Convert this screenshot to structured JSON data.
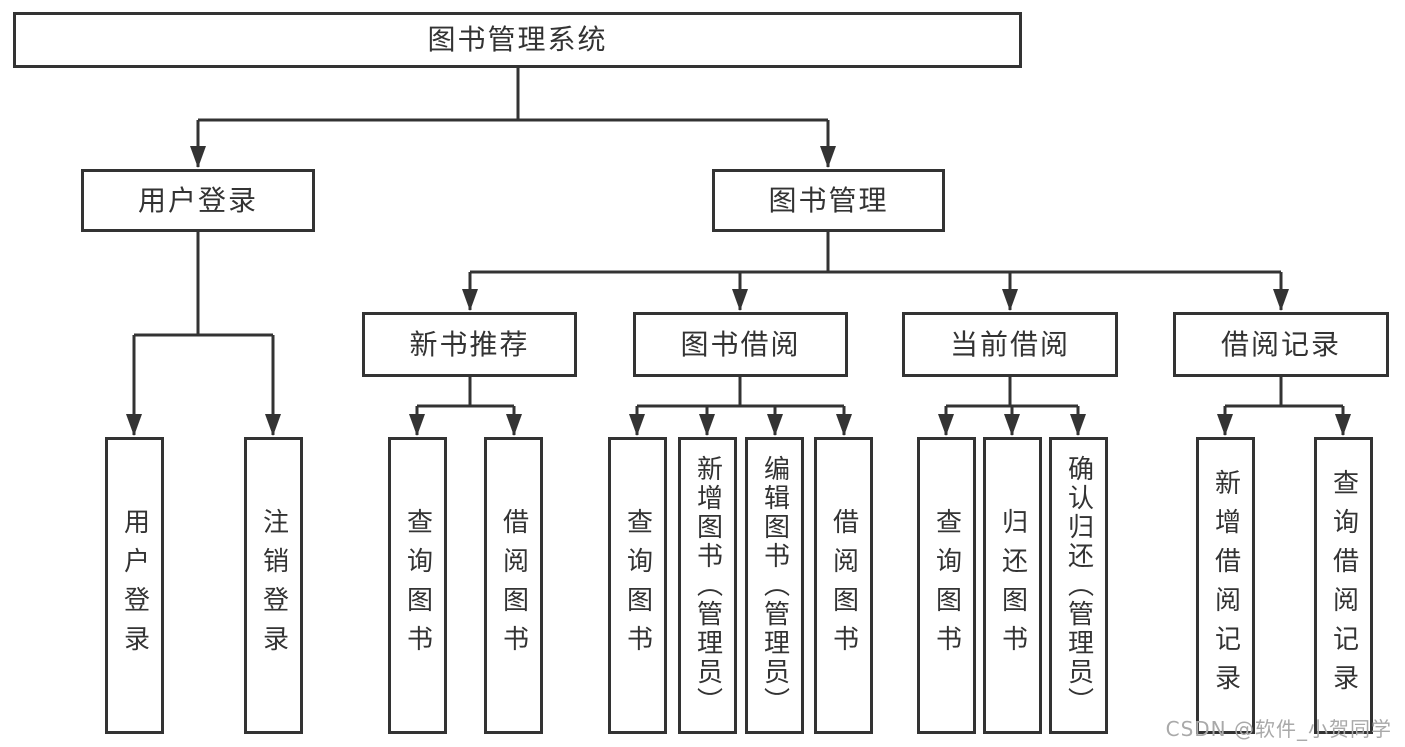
{
  "tree": {
    "root": {
      "label": "图书管理系统",
      "children": [
        {
          "label": "用户登录",
          "children": [
            {
              "label": "用户登录"
            },
            {
              "label": "注销登录"
            }
          ]
        },
        {
          "label": "图书管理",
          "children": [
            {
              "label": "新书推荐",
              "children": [
                {
                  "label": "查询图书"
                },
                {
                  "label": "借阅图书"
                }
              ]
            },
            {
              "label": "图书借阅",
              "children": [
                {
                  "label": "查询图书"
                },
                {
                  "label": "新增图书（管理员）"
                },
                {
                  "label": "编辑图书（管理员）"
                },
                {
                  "label": "借阅图书"
                }
              ]
            },
            {
              "label": "当前借阅",
              "children": [
                {
                  "label": "查询图书"
                },
                {
                  "label": "归还图书"
                },
                {
                  "label": "确认归还（管理员）"
                }
              ]
            },
            {
              "label": "借阅记录",
              "children": [
                {
                  "label": "新增借阅记录"
                },
                {
                  "label": "查询借阅记录"
                }
              ]
            }
          ]
        }
      ]
    }
  },
  "watermark": {
    "text": "CSDN @软件_小贺同学"
  },
  "colors": {
    "line": "#333333",
    "text": "#333333",
    "background": "#ffffff",
    "watermark": "#a9a9a9"
  }
}
